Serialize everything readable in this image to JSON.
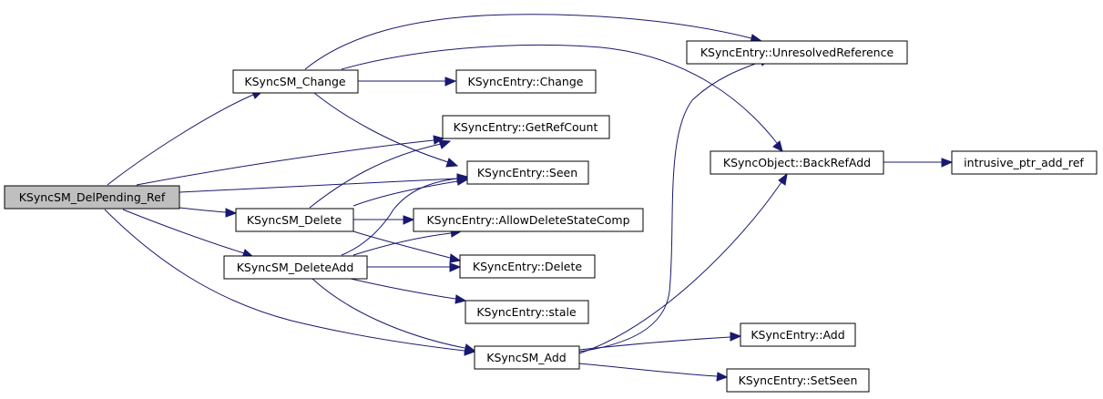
{
  "graph": {
    "nodes": {
      "root": "KSyncSM_DelPending_Ref",
      "sm_change": "KSyncSM_Change",
      "sm_delete": "KSyncSM_Delete",
      "sm_deleteadd": "KSyncSM_DeleteAdd",
      "sm_add": "KSyncSM_Add",
      "entry_change": "KSyncEntry::Change",
      "entry_getrefcount": "KSyncEntry::GetRefCount",
      "entry_seen": "KSyncEntry::Seen",
      "entry_allowdelete": "KSyncEntry::AllowDeleteStateComp",
      "entry_delete": "KSyncEntry::Delete",
      "entry_stale": "KSyncEntry::stale",
      "entry_unresolved": "KSyncEntry::UnresolvedReference",
      "object_backrefadd": "KSyncObject::BackRefAdd",
      "intrusive_ptr": "intrusive_ptr_add_ref",
      "entry_add": "KSyncEntry::Add",
      "entry_setseen": "KSyncEntry::SetSeen"
    },
    "edges": [
      [
        "root",
        "sm_change"
      ],
      [
        "root",
        "entry_getrefcount"
      ],
      [
        "root",
        "entry_seen"
      ],
      [
        "root",
        "sm_delete"
      ],
      [
        "root",
        "sm_deleteadd"
      ],
      [
        "root",
        "sm_add"
      ],
      [
        "sm_change",
        "entry_unresolved"
      ],
      [
        "sm_change",
        "entry_change"
      ],
      [
        "sm_change",
        "object_backrefadd"
      ],
      [
        "sm_change",
        "entry_seen"
      ],
      [
        "sm_delete",
        "entry_getrefcount"
      ],
      [
        "sm_delete",
        "entry_seen"
      ],
      [
        "sm_delete",
        "entry_allowdelete"
      ],
      [
        "sm_delete",
        "entry_delete"
      ],
      [
        "sm_deleteadd",
        "entry_seen"
      ],
      [
        "sm_deleteadd",
        "entry_allowdelete"
      ],
      [
        "sm_deleteadd",
        "entry_delete"
      ],
      [
        "sm_deleteadd",
        "entry_stale"
      ],
      [
        "sm_deleteadd",
        "sm_add"
      ],
      [
        "sm_add",
        "entry_unresolved"
      ],
      [
        "sm_add",
        "object_backrefadd"
      ],
      [
        "sm_add",
        "entry_add"
      ],
      [
        "sm_add",
        "entry_setseen"
      ],
      [
        "object_backrefadd",
        "intrusive_ptr"
      ]
    ]
  }
}
